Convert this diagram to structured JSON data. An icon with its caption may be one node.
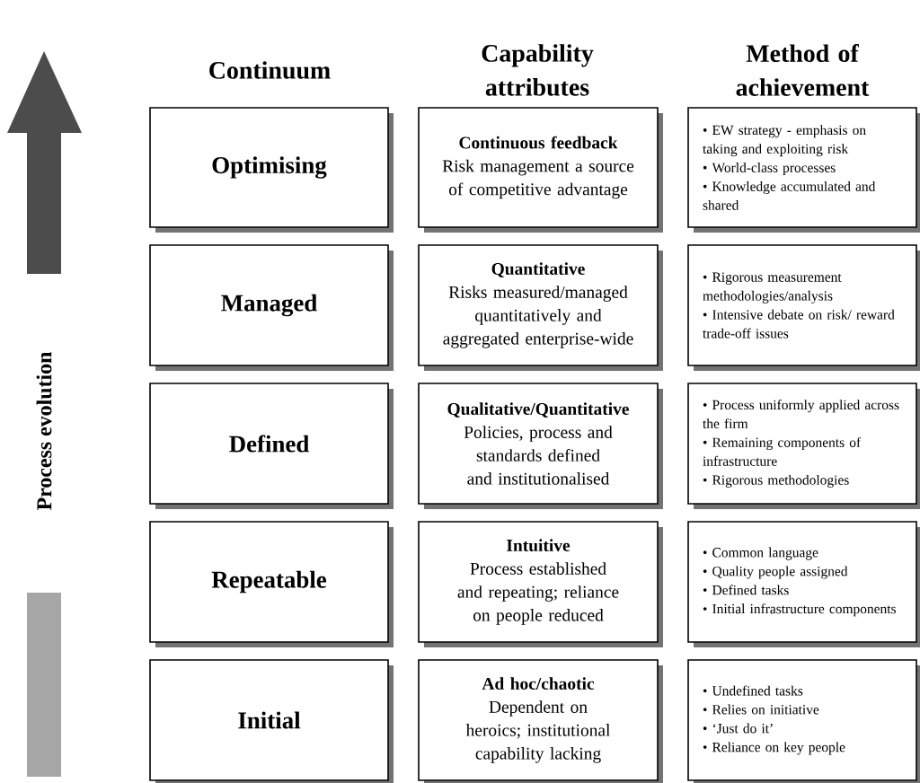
{
  "diagram": {
    "nodes": [
      {
        "text": [
          "Optimising"
        ]
      },
      {
        "text": [
          "Continuous feedback",
          "Risk management a source of competitive advantage"
        ]
      },
      {
        "text": [
          "• EW strategy - emphasis on taking and exploiting risk",
          "• World-class processes",
          "• Knowledge accumulated and shared"
        ]
      },
      {
        "text": [
          "Managed"
        ]
      },
      {
        "text": [
          "Quantitative",
          "Risks measured/managed quantitatively and aggregated enterprise-wide"
        ]
      },
      {
        "text": [
          "• Rigorous measurement methodologies/analysis",
          "• Intensive debate on risk/ reward trade-off issues"
        ]
      },
      {
        "text": [
          "Defined"
        ]
      },
      {
        "text": [
          "Qualitative/Quantitative",
          "Policies, process and standards defined and institutionalised"
        ]
      },
      {
        "text": [
          "• Process uniformly applied across the firm",
          "• Remaining components of infrastructure",
          "• Rigorous methodologies"
        ]
      },
      {
        "text": [
          "Repeatable"
        ]
      },
      {
        "text": [
          "Intuitive",
          "Process established and repeating; reliance on people reduced"
        ]
      },
      {
        "text": [
          "• Common language",
          "• Quality people assigned",
          "• Defined tasks",
          "• Initial infrastructure components"
        ]
      },
      {
        "text": [
          "Initial"
        ]
      },
      {
        "text": [
          "Ad hoc/chaotic",
          "Dependent on heroics; institutional capability lacking"
        ]
      },
      {
        "text": [
          "• Undefined tasks",
          "• Relies on initiative",
          "• ‘Just do it’",
          "• Reliance on key people"
        ]
      }
    ],
    "labels": [
      "Continuum",
      "Capability attributes",
      "Method of achievement",
      "Process evolution"
    ]
  }
}
